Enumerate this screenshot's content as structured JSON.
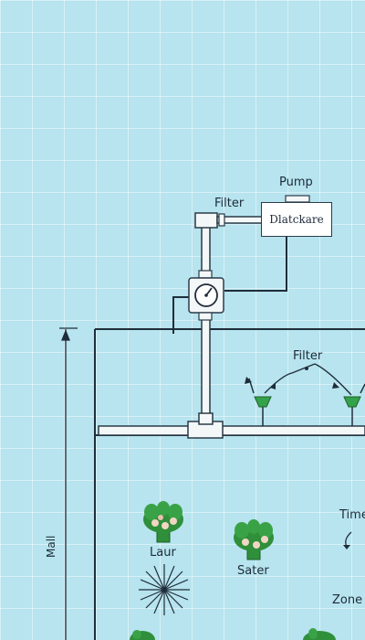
{
  "labels": {
    "pump": "Pump",
    "pump_box": "Dlatckare",
    "filter_top": "Filter",
    "filter_mid": "Filter",
    "plant1": "Laur",
    "plant2": "Sater",
    "timer": "Time",
    "zone": "Zone",
    "axis": "Mall"
  },
  "colors": {
    "background": "#b7e4ee",
    "pipe": "#f4f7f8",
    "line": "#1f2d3a",
    "emitter": "#33a34a",
    "foliage": "#2f8f3a",
    "flower": "#f1d6c4"
  }
}
